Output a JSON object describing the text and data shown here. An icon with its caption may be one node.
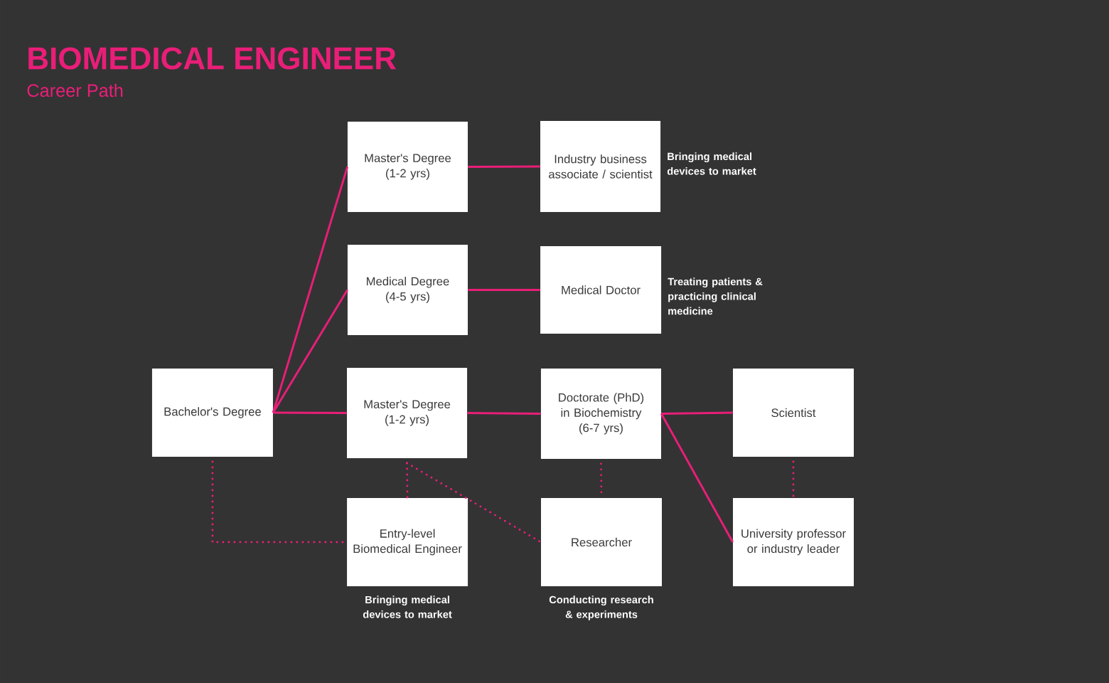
{
  "diagram": {
    "title": "BIOMEDICAL ENGINEER",
    "nodes": [
      {
        "text": [
          "Bachelor's Degree"
        ]
      },
      {
        "text": [
          "Master's Degree (1-2 yrs)"
        ]
      },
      {
        "text": [
          "Industry business associate / scientist"
        ],
        "beside": [
          "Bringing medical devices to market"
        ]
      },
      {
        "text": [
          "Medical Degree (4-5 yrs)"
        ]
      },
      {
        "text": [
          "Medical Doctor"
        ],
        "beside": [
          "Treating patients & practicing clinical medicine"
        ]
      },
      {
        "text": [
          "Master's Degree (1-2 yrs)"
        ]
      },
      {
        "text": [
          "Doctorate (PhD) in Biochemistry (6-7 yrs)"
        ]
      },
      {
        "text": [
          "Scientist"
        ]
      },
      {
        "text": [
          "Entry-level Biomedical Engineer"
        ],
        "beside": [
          "Bringing medical devices to market"
        ]
      },
      {
        "text": [
          "Researcher"
        ],
        "beside": [
          "Conducting research & experiments"
        ]
      },
      {
        "text": [
          "University professor or industry leader"
        ]
      }
    ],
    "edges": [
      {
        "from": 0,
        "to": 1,
        "arrow": "none"
      },
      {
        "from": 0,
        "to": 3,
        "arrow": "none"
      },
      {
        "from": 0,
        "to": 5,
        "arrow": "none"
      },
      {
        "from": 1,
        "to": 2,
        "arrow": "none"
      },
      {
        "from": 3,
        "to": 4,
        "arrow": "none"
      },
      {
        "from": 5,
        "to": 6,
        "arrow": "none"
      },
      {
        "from": 6,
        "to": 7,
        "arrow": "none"
      },
      {
        "from": 6,
        "to": 10,
        "arrow": "none"
      },
      {
        "from": 0,
        "to": 8,
        "arrow": "none",
        "style": "dashed"
      },
      {
        "from": 5,
        "to": 8,
        "arrow": "none",
        "style": "dashed"
      },
      {
        "from": 5,
        "to": 9,
        "arrow": "none",
        "style": "dashed"
      },
      {
        "from": 6,
        "to": 9,
        "arrow": "none",
        "style": "dashed"
      },
      {
        "from": 7,
        "to": 10,
        "arrow": "none",
        "style": "dashed"
      }
    ],
    "labels": [
      "Career Path"
    ]
  }
}
